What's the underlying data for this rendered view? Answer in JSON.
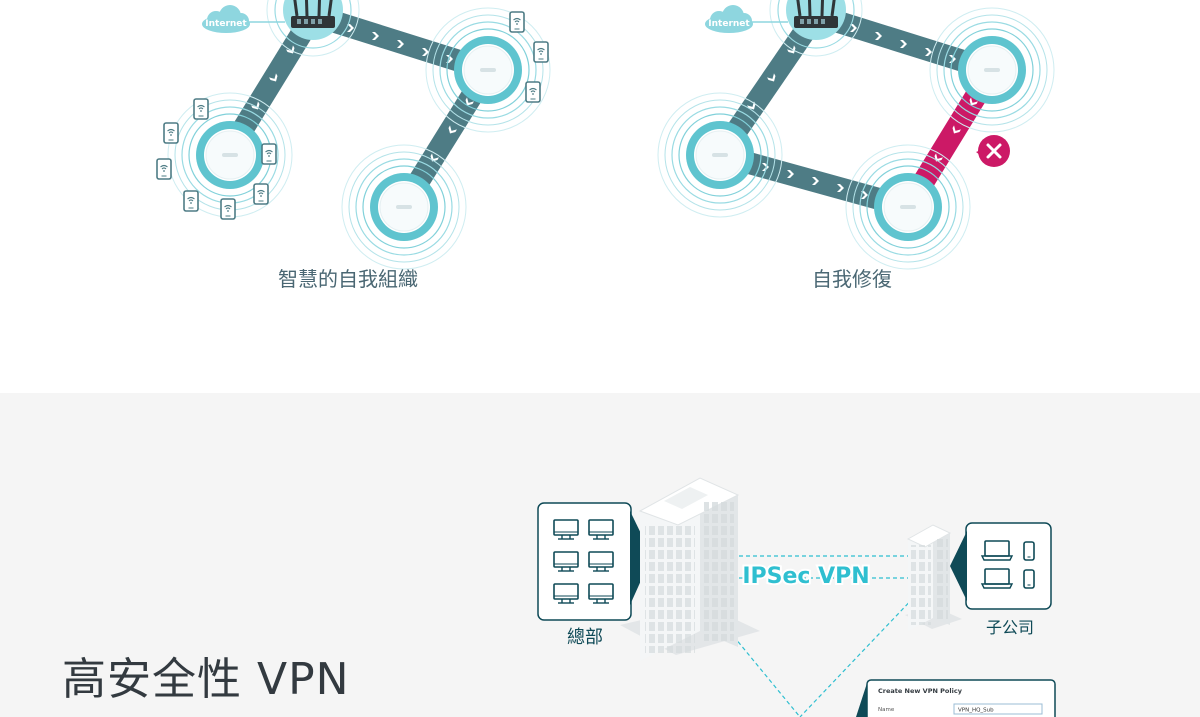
{
  "mesh": {
    "left_caption": "智慧的自我組織",
    "right_caption": "自我修復",
    "internet_label": "Internet"
  },
  "vpn": {
    "heading": "高安全性 VPN",
    "tunnel_label": "IPSec VPN",
    "hq_label": "總部",
    "branch_label": "子公司",
    "dialog_title": "Create New VPN Policy",
    "dialog_field_label": "Name",
    "dialog_field_value": "VPN_HQ_Sub"
  },
  "colors": {
    "link": "#4e7c85",
    "broken_link": "#cc1966",
    "ap_ring": "#5fc4cf",
    "accent": "#2fbfd0",
    "cloud": "#8ed6df",
    "dark_teal": "#0f4a57"
  }
}
